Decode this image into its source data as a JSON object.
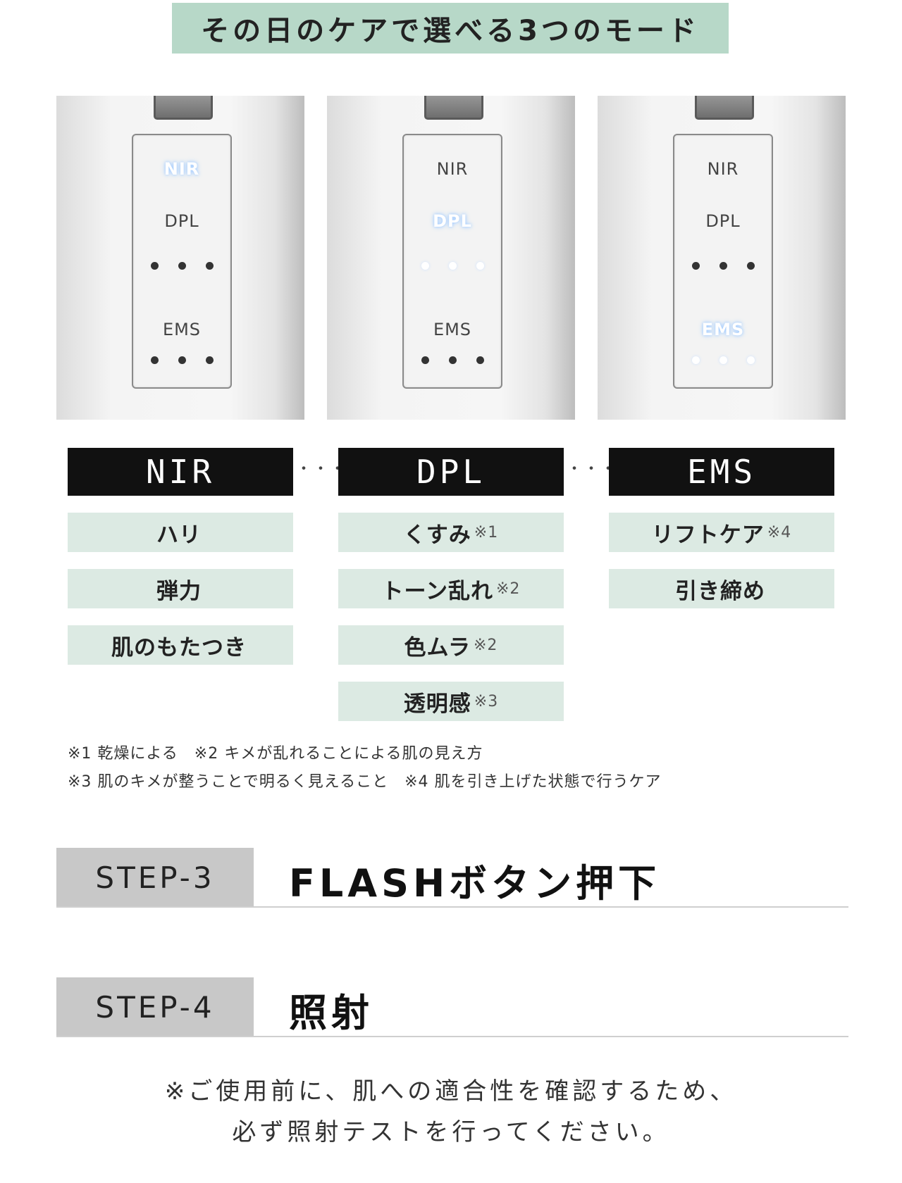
{
  "header": {
    "title": "その日のケアで選べる3つのモード"
  },
  "panels": [
    {
      "labels": {
        "nir": "NIR",
        "dpl": "DPL",
        "ems": "EMS"
      },
      "active_mode": "NIR"
    },
    {
      "labels": {
        "nir": "NIR",
        "dpl": "DPL",
        "ems": "EMS"
      },
      "active_mode": "DPL"
    },
    {
      "labels": {
        "nir": "NIR",
        "dpl": "DPL",
        "ems": "EMS"
      },
      "active_mode": "EMS"
    }
  ],
  "modes": [
    {
      "name": "NIR",
      "benefits": [
        {
          "text": "ハリ",
          "note": ""
        },
        {
          "text": "弾力",
          "note": ""
        },
        {
          "text": "肌のもたつき",
          "note": ""
        }
      ]
    },
    {
      "name": "DPL",
      "benefits": [
        {
          "text": "くすみ",
          "note": "※1"
        },
        {
          "text": "トーン乱れ",
          "note": "※2"
        },
        {
          "text": "色ムラ",
          "note": "※2"
        },
        {
          "text": "透明感",
          "note": "※3"
        }
      ]
    },
    {
      "name": "EMS",
      "benefits": [
        {
          "text": "リフトケア",
          "note": "※4"
        },
        {
          "text": "引き締め",
          "note": ""
        }
      ]
    }
  ],
  "separators": [
    "・・・",
    "・・・"
  ],
  "footnotes": [
    "※1 乾燥による　※2 キメが乱れることによる肌の見え方",
    "※3 肌のキメが整うことで明るく見えること　※4 肌を引き上げた状態で行うケア"
  ],
  "steps": [
    {
      "label": "STEP-3",
      "title": "FLASHボタン押下"
    },
    {
      "label": "STEP-4",
      "title": "照射"
    }
  ],
  "closing": {
    "line1": "※ご使用前に、肌への適合性を確認するため、",
    "line2": "必ず照射テストを行ってください。"
  },
  "colors": {
    "accent_green": "#b7d8c8",
    "benefit_bg": "#dceae3",
    "mode_head_bg": "#111111",
    "step_bg": "#c8c8c8"
  }
}
